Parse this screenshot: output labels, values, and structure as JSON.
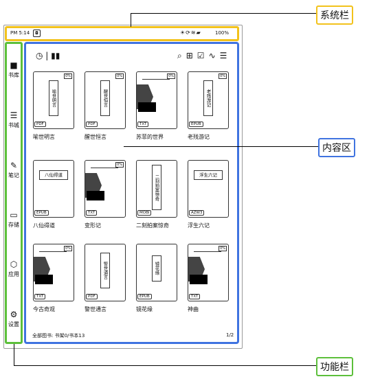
{
  "status_bar": {
    "time": "PM 5:14",
    "app_icon": "app-icon",
    "battery": "100%"
  },
  "sidebar": [
    {
      "label": "书库",
      "icon": "book-icon"
    },
    {
      "label": "书城",
      "icon": "shelf-icon"
    },
    {
      "label": "笔记",
      "icon": "note-icon"
    },
    {
      "label": "存储",
      "icon": "folder-icon"
    },
    {
      "label": "应用",
      "icon": "app-cube-icon"
    },
    {
      "label": "设置",
      "icon": "settings-icon"
    }
  ],
  "toolbar": {
    "left_icons": [
      "clock-icon",
      "bars-icon"
    ],
    "right_icons": [
      "search-icon",
      "add-icon",
      "check-icon",
      "chart-icon",
      "list-icon"
    ]
  },
  "books": [
    {
      "title": "喻世明言",
      "format": "PDF",
      "progress": "0%",
      "cover_text": "喻世明言"
    },
    {
      "title": "醒世恒言",
      "format": "PDF",
      "progress": "0%",
      "cover_text": "醒世恒言"
    },
    {
      "title": "苏菲的世界",
      "format": "TXT",
      "progress": "0%"
    },
    {
      "title": "老残游记",
      "format": "EPUB",
      "progress": "0%",
      "cover_text": "老残游记"
    },
    {
      "title": "八仙得道",
      "format": "EPUB",
      "cover_text": "八仙得道"
    },
    {
      "title": "变形记",
      "format": "TXT",
      "progress": "0%"
    },
    {
      "title": "二刻拍案惊奇",
      "format": "MOBI",
      "cover_text": "二刻拍案惊奇"
    },
    {
      "title": "浮生六记",
      "format": "AZW3",
      "cover_text": "浮生六记"
    },
    {
      "title": "今古奇观",
      "format": "TXT",
      "progress": "0%"
    },
    {
      "title": "警世通言",
      "format": "PDF",
      "cover_text": "警世通言"
    },
    {
      "title": "镜花缘",
      "format": "EPUB",
      "cover_text": "镜花缘"
    },
    {
      "title": "神曲",
      "format": "TXT",
      "progress": "0%"
    }
  ],
  "footer": {
    "summary": "全部图书:  书架0/书本13",
    "page": "1/2"
  },
  "annotations": {
    "system_bar": "系统栏",
    "content_area": "内容区",
    "function_bar": "功能栏"
  },
  "colors": {
    "system_bar": "#f2c21b",
    "content_area": "#3f73e0",
    "function_bar": "#5cbf3a"
  }
}
